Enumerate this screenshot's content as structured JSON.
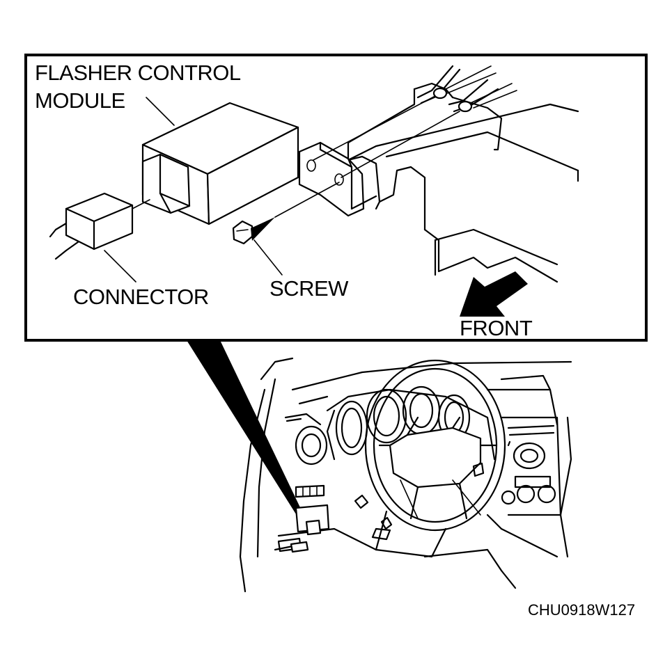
{
  "labels": {
    "module_line1": "FLASHER CONTROL",
    "module_line2": "MODULE",
    "connector": "CONNECTOR",
    "screw": "SCREW",
    "front": "FRONT",
    "ref_code": "CHU0918W127"
  },
  "colors": {
    "ink": "#000000",
    "paper": "#ffffff"
  }
}
